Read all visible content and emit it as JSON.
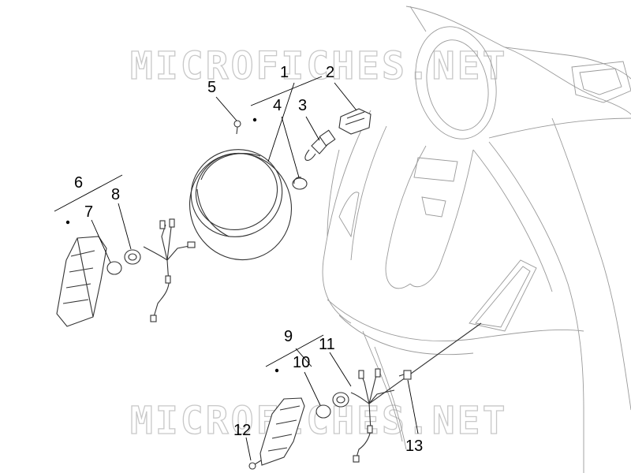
{
  "watermark": "MICROFICHES.NET",
  "callouts": [
    {
      "id": "1",
      "text": "1"
    },
    {
      "id": "2",
      "text": "2"
    },
    {
      "id": "3",
      "text": "3"
    },
    {
      "id": "4",
      "text": "4"
    },
    {
      "id": "5",
      "text": "5"
    },
    {
      "id": "6",
      "text": "6"
    },
    {
      "id": "7",
      "text": "7"
    },
    {
      "id": "8",
      "text": "8"
    },
    {
      "id": "9",
      "text": "9"
    },
    {
      "id": "10",
      "text": "10"
    },
    {
      "id": "11",
      "text": "11"
    },
    {
      "id": "12",
      "text": "12"
    },
    {
      "id": "13",
      "text": "13"
    }
  ],
  "colors": {
    "line": "#333333",
    "ghost": "#9a9a9a",
    "watermark": "#c8c8c8"
  }
}
